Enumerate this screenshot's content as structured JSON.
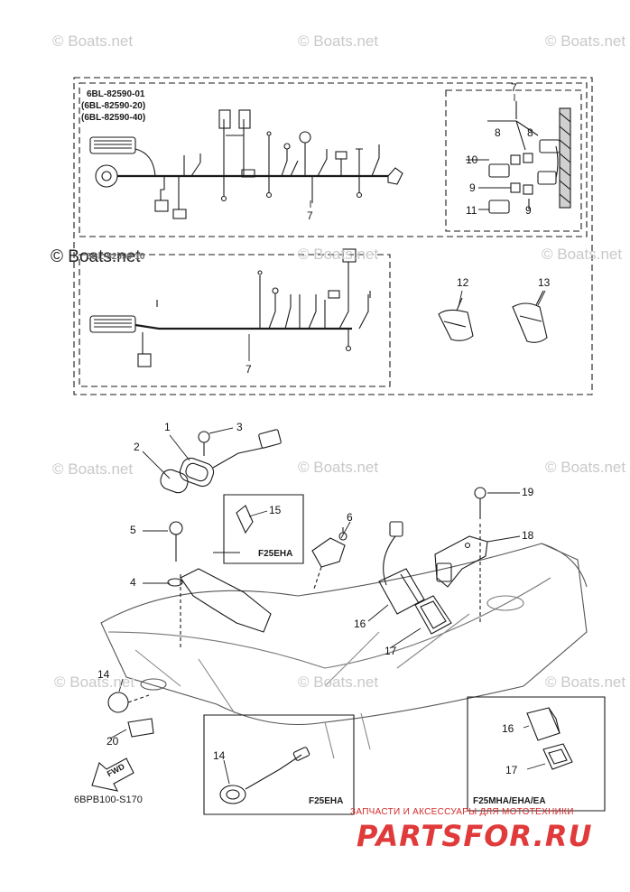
{
  "watermark": {
    "text": "© Boats.net"
  },
  "harness_codes": [
    "6BL-82590-01",
    "(6BL-82590-20)",
    "(6BL-82590-40)"
  ],
  "lower_harness_code": "6BL-82590-10",
  "part_numbers": {
    "p1": "1",
    "p2": "2",
    "p3": "3",
    "p4": "4",
    "p5": "5",
    "p6": "6",
    "p7a": "7",
    "p7b": "7",
    "p7c": "7",
    "p8a": "8",
    "p8b": "8",
    "p9a": "9",
    "p9b": "9",
    "p10": "10",
    "p11": "11",
    "p12": "12",
    "p13": "13",
    "p14a": "14",
    "p14b": "14",
    "p15": "15",
    "p16a": "16",
    "p16b": "16",
    "p17a": "17",
    "p17b": "17",
    "p18": "18",
    "p19": "19",
    "p20": "20"
  },
  "model_labels": {
    "f25eha_top": "F25EHA",
    "f25eha_bottom": "F25EHA",
    "f25mha": "F25MHA/EHA/EA"
  },
  "fwd_label": "FWD",
  "diagram_ref": "6BPB100-S170",
  "brand": {
    "tagline": "ЗАПЧАСТИ И АКСЕССУАРЫ ДЛЯ МОТОТЕХНИКИ",
    "logo": "PARTSFOR.RU",
    "color": "#e03a3a"
  },
  "colors": {
    "line": "#1a1a1a",
    "watermark": "#c9c9c9"
  }
}
